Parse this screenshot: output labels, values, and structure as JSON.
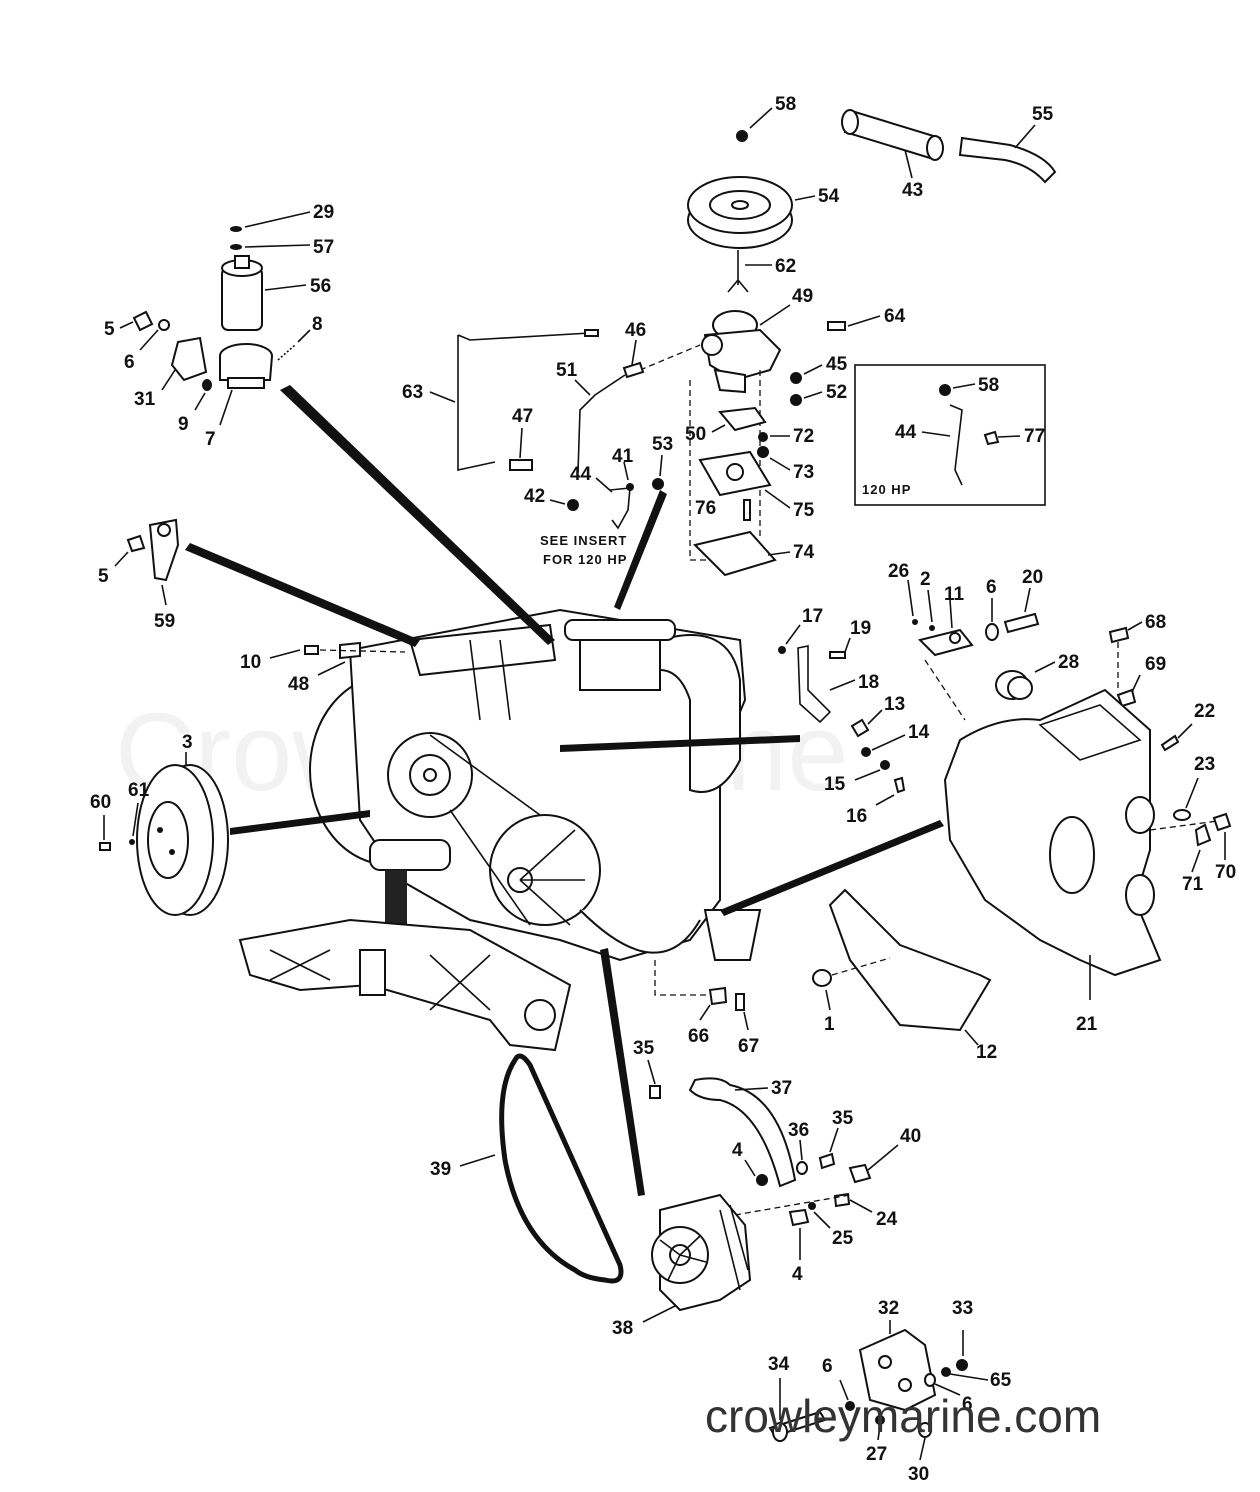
{
  "diagram": {
    "watermark_center": "CrowleyMarine",
    "watermark_corner": "crowleymarine.com",
    "insert_note_line1": "SEE INSERT",
    "insert_note_line2": "FOR 120 HP",
    "insert_box_label": "120 HP",
    "part_labels": [
      {
        "id": "58a",
        "text": "58"
      },
      {
        "id": "55",
        "text": "55"
      },
      {
        "id": "43",
        "text": "43"
      },
      {
        "id": "54",
        "text": "54"
      },
      {
        "id": "62",
        "text": "62"
      },
      {
        "id": "49",
        "text": "49"
      },
      {
        "id": "64",
        "text": "64"
      },
      {
        "id": "46",
        "text": "46"
      },
      {
        "id": "45",
        "text": "45"
      },
      {
        "id": "52",
        "text": "52"
      },
      {
        "id": "51",
        "text": "51"
      },
      {
        "id": "63",
        "text": "63"
      },
      {
        "id": "47",
        "text": "47"
      },
      {
        "id": "50",
        "text": "50"
      },
      {
        "id": "72",
        "text": "72"
      },
      {
        "id": "73",
        "text": "73"
      },
      {
        "id": "53",
        "text": "53"
      },
      {
        "id": "41",
        "text": "41"
      },
      {
        "id": "44a",
        "text": "44"
      },
      {
        "id": "42",
        "text": "42"
      },
      {
        "id": "76",
        "text": "76"
      },
      {
        "id": "75",
        "text": "75"
      },
      {
        "id": "74",
        "text": "74"
      },
      {
        "id": "58b",
        "text": "58"
      },
      {
        "id": "44b",
        "text": "44"
      },
      {
        "id": "77",
        "text": "77"
      },
      {
        "id": "29",
        "text": "29"
      },
      {
        "id": "57",
        "text": "57"
      },
      {
        "id": "56",
        "text": "56"
      },
      {
        "id": "5a",
        "text": "5"
      },
      {
        "id": "6a",
        "text": "6"
      },
      {
        "id": "8",
        "text": "8"
      },
      {
        "id": "31",
        "text": "31"
      },
      {
        "id": "9",
        "text": "9"
      },
      {
        "id": "7",
        "text": "7"
      },
      {
        "id": "5b",
        "text": "5"
      },
      {
        "id": "59",
        "text": "59"
      },
      {
        "id": "10",
        "text": "10"
      },
      {
        "id": "48",
        "text": "48"
      },
      {
        "id": "3",
        "text": "3"
      },
      {
        "id": "60",
        "text": "60"
      },
      {
        "id": "61",
        "text": "61"
      },
      {
        "id": "17",
        "text": "17"
      },
      {
        "id": "19",
        "text": "19"
      },
      {
        "id": "18",
        "text": "18"
      },
      {
        "id": "13",
        "text": "13"
      },
      {
        "id": "14",
        "text": "14"
      },
      {
        "id": "15",
        "text": "15"
      },
      {
        "id": "16",
        "text": "16"
      },
      {
        "id": "26",
        "text": "26"
      },
      {
        "id": "2",
        "text": "2"
      },
      {
        "id": "11",
        "text": "11"
      },
      {
        "id": "6b",
        "text": "6"
      },
      {
        "id": "20",
        "text": "20"
      },
      {
        "id": "68",
        "text": "68"
      },
      {
        "id": "28",
        "text": "28"
      },
      {
        "id": "69",
        "text": "69"
      },
      {
        "id": "22",
        "text": "22"
      },
      {
        "id": "23",
        "text": "23"
      },
      {
        "id": "71",
        "text": "71"
      },
      {
        "id": "70",
        "text": "70"
      },
      {
        "id": "21",
        "text": "21"
      },
      {
        "id": "12",
        "text": "12"
      },
      {
        "id": "1",
        "text": "1"
      },
      {
        "id": "66",
        "text": "66"
      },
      {
        "id": "67",
        "text": "67"
      },
      {
        "id": "35a",
        "text": "35"
      },
      {
        "id": "37",
        "text": "37"
      },
      {
        "id": "36",
        "text": "36"
      },
      {
        "id": "35b",
        "text": "35"
      },
      {
        "id": "4a",
        "text": "4"
      },
      {
        "id": "40",
        "text": "40"
      },
      {
        "id": "24",
        "text": "24"
      },
      {
        "id": "25",
        "text": "25"
      },
      {
        "id": "4b",
        "text": "4"
      },
      {
        "id": "39",
        "text": "39"
      },
      {
        "id": "38",
        "text": "38"
      },
      {
        "id": "32",
        "text": "32"
      },
      {
        "id": "33",
        "text": "33"
      },
      {
        "id": "65",
        "text": "65"
      },
      {
        "id": "6c",
        "text": "6"
      },
      {
        "id": "6d",
        "text": "6"
      },
      {
        "id": "34",
        "text": "34"
      },
      {
        "id": "27",
        "text": "27"
      },
      {
        "id": "30",
        "text": "30"
      }
    ]
  }
}
